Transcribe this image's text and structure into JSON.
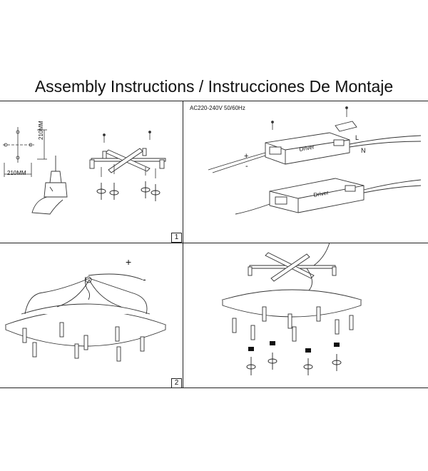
{
  "title": "Assembly Instructions / Instrucciones De Montaje",
  "panel1": {
    "step": "1",
    "dim_vertical": "210MM",
    "dim_horizontal": "210MM"
  },
  "panel2": {
    "power_spec": "AC220-240V 50/60Hz",
    "driver_label_top": "Driver",
    "driver_label_bottom": "Driver",
    "plus": "+",
    "minus": "-",
    "live": "L",
    "neutral": "N"
  },
  "panel3": {
    "step": "2",
    "plus": "+",
    "minus": "-"
  },
  "icons": [
    "drill-icon",
    "screw-icon",
    "rotate-arrow-icon",
    "mounting-bracket-icon",
    "driver-box-icon",
    "pendant-light-icon",
    "canopy-plate-icon"
  ]
}
